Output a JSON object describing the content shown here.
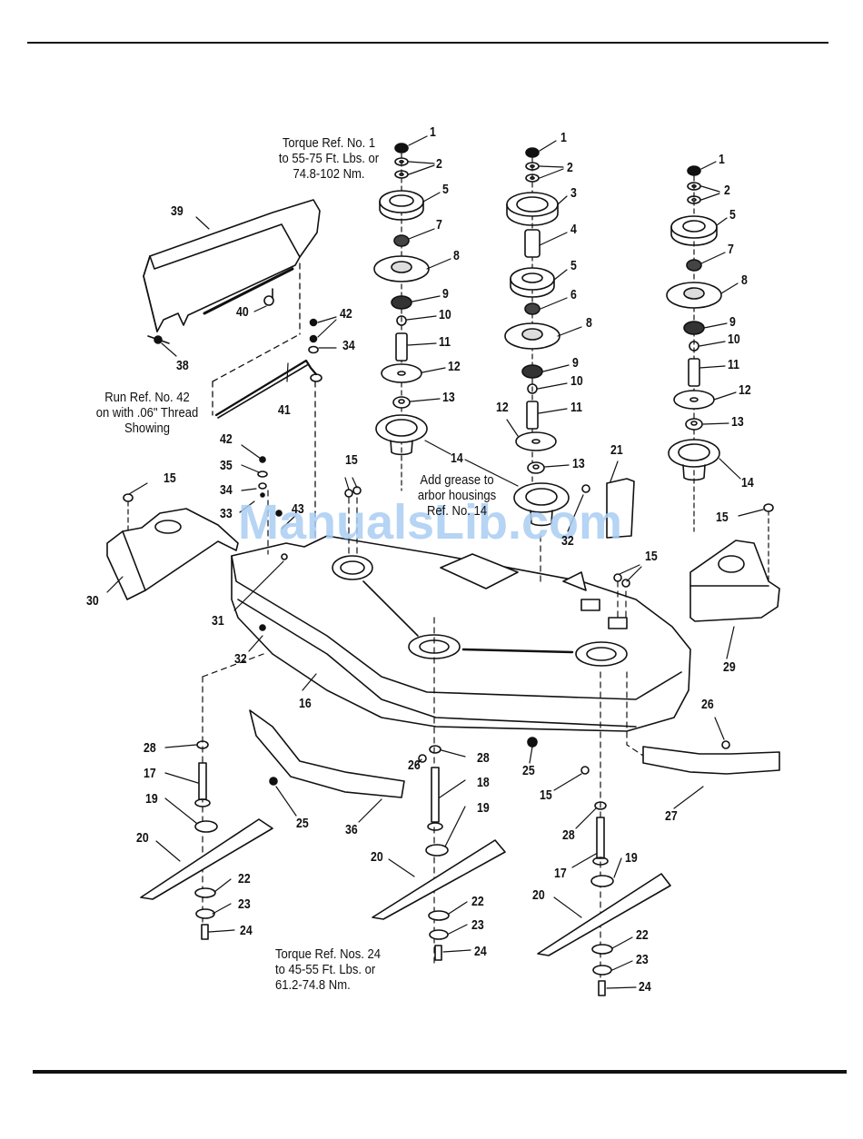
{
  "page": {
    "type": "Exploded parts diagram - mower deck",
    "watermark": "ManualsLib.com"
  },
  "notes": {
    "torque_ref_1": [
      "Torque Ref. No. 1",
      "to 55-75 Ft. Lbs. or",
      "74.8-102 Nm."
    ],
    "run_ref_42": [
      "Run Ref. No. 42",
      "on with .06\" Thread",
      "Showing"
    ],
    "grease": [
      "Add grease to",
      "arbor housings",
      "Ref. No. 14"
    ],
    "torque_ref_24": [
      "Torque Ref. Nos. 24",
      "to 45-55 Ft. Lbs. or",
      "61.2-74.8 Nm."
    ]
  },
  "callouts": {
    "left_spindle": [
      "1",
      "2",
      "5",
      "7",
      "8",
      "9",
      "10",
      "11",
      "12",
      "13",
      "14"
    ],
    "center_spindle": [
      "1",
      "2",
      "3",
      "4",
      "5",
      "6",
      "8",
      "9",
      "10",
      "11",
      "12",
      "13"
    ],
    "right_spindle": [
      "1",
      "2",
      "5",
      "7",
      "8",
      "9",
      "10",
      "11",
      "12",
      "13",
      "14"
    ],
    "belt_cover": [
      "39",
      "40",
      "38",
      "42",
      "34",
      "41"
    ],
    "left_deck": [
      "42",
      "35",
      "34",
      "33",
      "43",
      "15",
      "30",
      "31",
      "32",
      "16"
    ],
    "center_deck": [
      "15",
      "21",
      "32",
      "15",
      "15",
      "29"
    ],
    "lower_left": [
      "28",
      "17",
      "19",
      "20",
      "22",
      "23",
      "24",
      "25",
      "36"
    ],
    "lower_center": [
      "26",
      "28",
      "18",
      "19",
      "20",
      "22",
      "23",
      "24",
      "25"
    ],
    "lower_right": [
      "26",
      "27",
      "15",
      "28",
      "17",
      "19",
      "20",
      "22",
      "23",
      "24"
    ]
  }
}
